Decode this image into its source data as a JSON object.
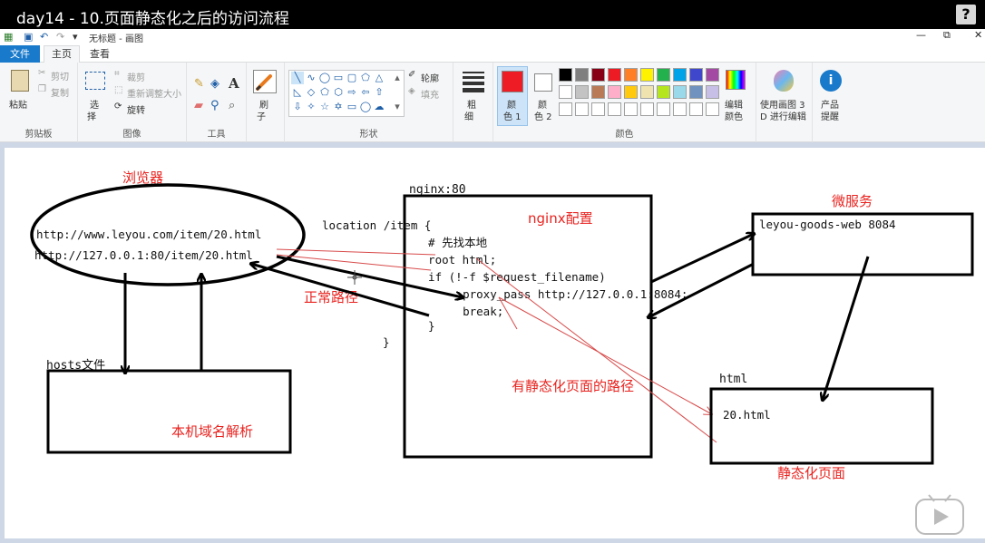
{
  "video": {
    "title": "day14 - 10.页面静态化之后的访问流程",
    "help_label": "?"
  },
  "window": {
    "doc_title": "无标题 - 画图",
    "controls": {
      "minimize": "—",
      "maximize": "⧉",
      "close": "✕"
    }
  },
  "tabs": [
    "文件",
    "主页",
    "查看"
  ],
  "ribbon": {
    "clipboard": {
      "paste": "粘贴",
      "cut": "剪切",
      "copy": "复制",
      "label": "剪贴板"
    },
    "image": {
      "select": "选",
      "select2": "择",
      "crop": "裁剪",
      "resize": "重新调整大小",
      "rotate": "旋转",
      "label": "图像"
    },
    "tools": {
      "label": "工具",
      "text_tool": "A"
    },
    "brush": {
      "label": "刷",
      "label2": "子"
    },
    "shapes": {
      "outline": "轮廓",
      "fill": "填充",
      "label": "形状"
    },
    "size": {
      "label": "粗",
      "label2": "细"
    },
    "color1": {
      "label": "颜",
      "label2": "色 1",
      "value": "#ee1c24"
    },
    "color2": {
      "label": "颜",
      "label2": "色 2",
      "value": "#ffffff"
    },
    "colors": {
      "label": "颜色",
      "row1": [
        "#000000",
        "#7f7f7f",
        "#880015",
        "#ed1c24",
        "#ff7f27",
        "#fff200",
        "#22b14c",
        "#00a2e8",
        "#3f48cc",
        "#a349a4"
      ],
      "row2": [
        "#ffffff",
        "#c3c3c3",
        "#b97a57",
        "#ffaec9",
        "#ffc90e",
        "#efe4b0",
        "#b5e61d",
        "#99d9ea",
        "#7092be",
        "#c8bfe7"
      ],
      "row3": [
        "#ffffff",
        "#ffffff",
        "#ffffff",
        "#ffffff",
        "#ffffff",
        "#ffffff",
        "#ffffff",
        "#ffffff",
        "#ffffff",
        "#ffffff"
      ],
      "edit": "编辑",
      "edit2": "颜色"
    },
    "paint3d": {
      "label": "使用画图 3",
      "label2": "D 进行编辑"
    },
    "product": {
      "label": "产品",
      "label2": "提醒"
    }
  },
  "diagram": {
    "browser_label": "浏览器",
    "url1": "http://www.leyou.com/item/20.html",
    "url2": "http://127.0.0.1:80/item/20.html",
    "hosts_label": "hosts文件",
    "hosts_box_label": "本机域名解析",
    "normal_path_label": "正常路径",
    "nginx_title": "nginx:80",
    "nginx_config_label": "nginx配置",
    "config_lines": [
      "location /item {",
      "  # 先找本地",
      "  root html;",
      "  if (!-f $request_filename)",
      "    proxy_pass http://127.0.0.1:8084;",
      "    break;",
      "  }",
      "}"
    ],
    "static_path_label": "有静态化页面的路径",
    "microservice_label": "微服务",
    "service_box_text": "leyou-goods-web 8084",
    "html_title": "html",
    "html_file": "20.html",
    "static_page_label": "静态化页面"
  }
}
